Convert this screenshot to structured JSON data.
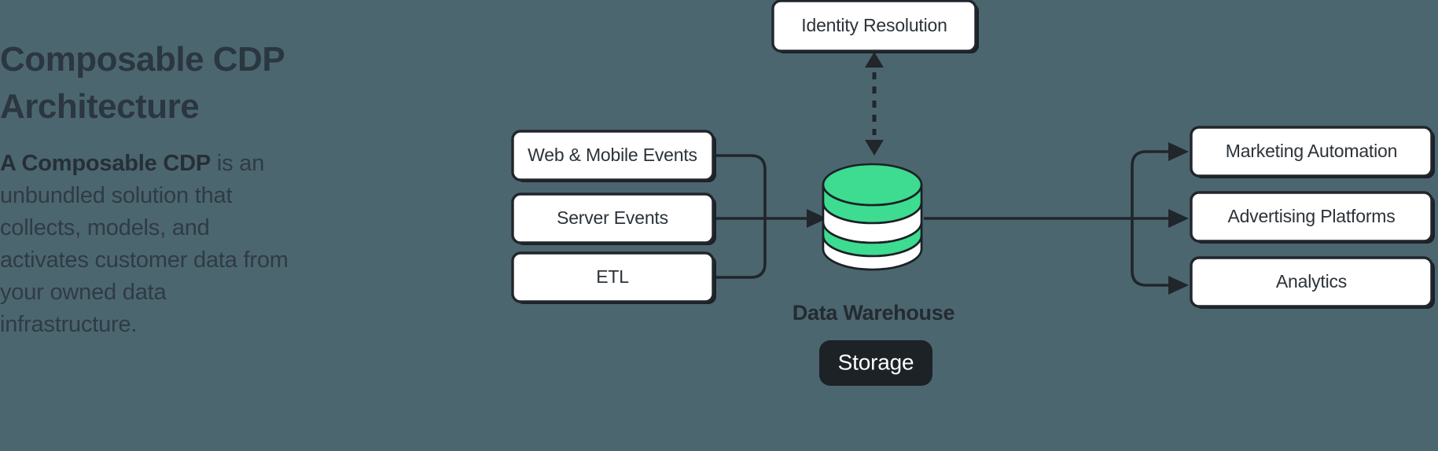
{
  "theme": {
    "background": "#4c6670",
    "box_fill": "#ffffff",
    "stroke": "#20262b",
    "accent_green": "#3ddc91",
    "badge_fill": "#1c2226",
    "text_dark": "#2b333a"
  },
  "left_panel": {
    "headline": "Composable CDP Architecture",
    "body_lead": "A Composable CDP",
    "body_rest": " is an unbundled solution that collects, models, and activates customer data from your owned data infrastructure."
  },
  "diagram": {
    "top_node": {
      "label": "Identity Resolution"
    },
    "sources": [
      {
        "label": "Web & Mobile Events"
      },
      {
        "label": "Server Events"
      },
      {
        "label": "ETL"
      }
    ],
    "center": {
      "icon": "database-cylinder-icon",
      "label": "Data Warehouse",
      "badge": "Storage"
    },
    "destinations": [
      {
        "label": "Marketing Automation"
      },
      {
        "label": "Advertising Platforms"
      },
      {
        "label": "Analytics"
      }
    ]
  }
}
